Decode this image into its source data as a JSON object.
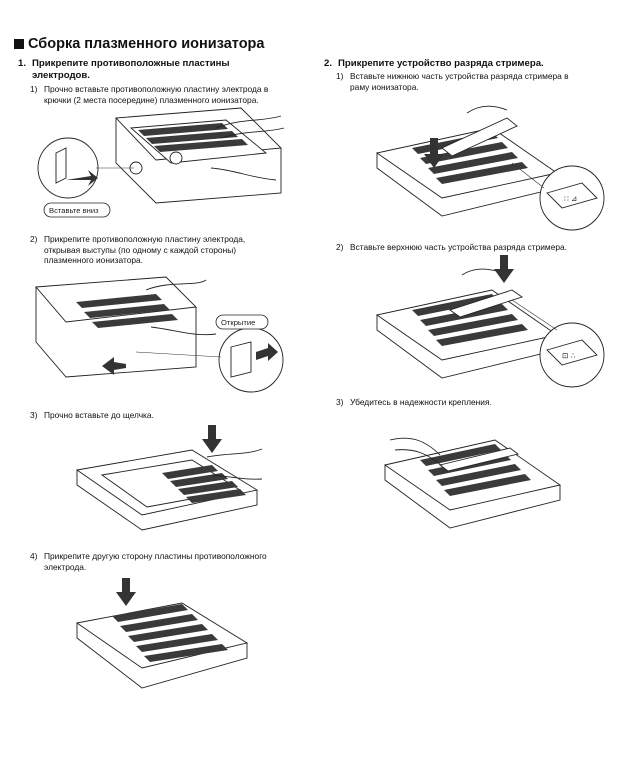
{
  "title": "Сборка плазменного ионизатора",
  "left": {
    "heading_num": "1.",
    "heading": "Прикрепите противоположные пластины электродов.",
    "steps": [
      {
        "num": "1)",
        "text": "Прочно вставьте противоположную пластину электрода в крючки (2 места посередине) плазменного ионизатора.",
        "callout": "Вставьте вниз"
      },
      {
        "num": "2)",
        "text": "Прикрепите противоположную пластину электрода, открывая выступы (по одному с каждой стороны) плазменного ионизатора.",
        "callout": "Открытие"
      },
      {
        "num": "3)",
        "text": "Прочно вставьте до щелчка."
      },
      {
        "num": "4)",
        "text": "Прикрепите другую сторону пластины противоположного электрода."
      }
    ]
  },
  "right": {
    "heading_num": "2.",
    "heading": "Прикрепите устройство разряда стримера.",
    "steps": [
      {
        "num": "1)",
        "text": "Вставьте нижнюю часть устройства разряда стримера в раму ионизатора."
      },
      {
        "num": "2)",
        "text": "Вставьте верхнюю часть устройства разряда стримера."
      },
      {
        "num": "3)",
        "text": "Убедитесь в надежности крепления."
      }
    ]
  }
}
